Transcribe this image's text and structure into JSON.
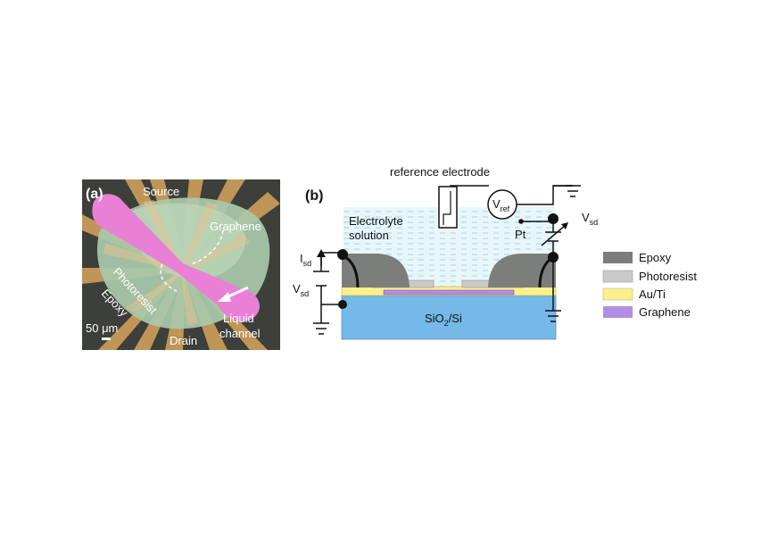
{
  "panel_a": {
    "label": "(a)",
    "source": "Source",
    "graphene": "Graphene",
    "photoresist": "Photoresist",
    "epoxy": "Epoxy",
    "drain": "Drain",
    "liquid": "Liquid",
    "channel": "channel",
    "scale": "50 μm"
  },
  "panel_b": {
    "label": "(b)",
    "reference_electrode": "reference electrode",
    "vref_main": "V",
    "vref_sub": "ref",
    "electrolyte": "Electrolyte",
    "solution": "solution",
    "pt": "Pt",
    "vsd_main": "V",
    "vsd_sub": "sd",
    "isd_main": "I",
    "isd_sub": "sd",
    "substrate_main": "SiO",
    "substrate_sub": "2",
    "substrate_rest": "/Si"
  },
  "legend": [
    {
      "label": "Epoxy",
      "color": "#7b7e7b"
    },
    {
      "label": "Photoresist",
      "color": "#c9cbca"
    },
    {
      "label": "Au/Ti",
      "color": "#fbef8e"
    },
    {
      "label": "Graphene",
      "color": "#b18ee2"
    }
  ],
  "colors": {
    "substrate": "#74b9e8",
    "electrolyte": "#cfeaf2",
    "pink": "#e980d6",
    "micro_bg": "#3c3f3a",
    "micro_green": "#a9c9aa",
    "micro_gold": "#c79a5a"
  }
}
